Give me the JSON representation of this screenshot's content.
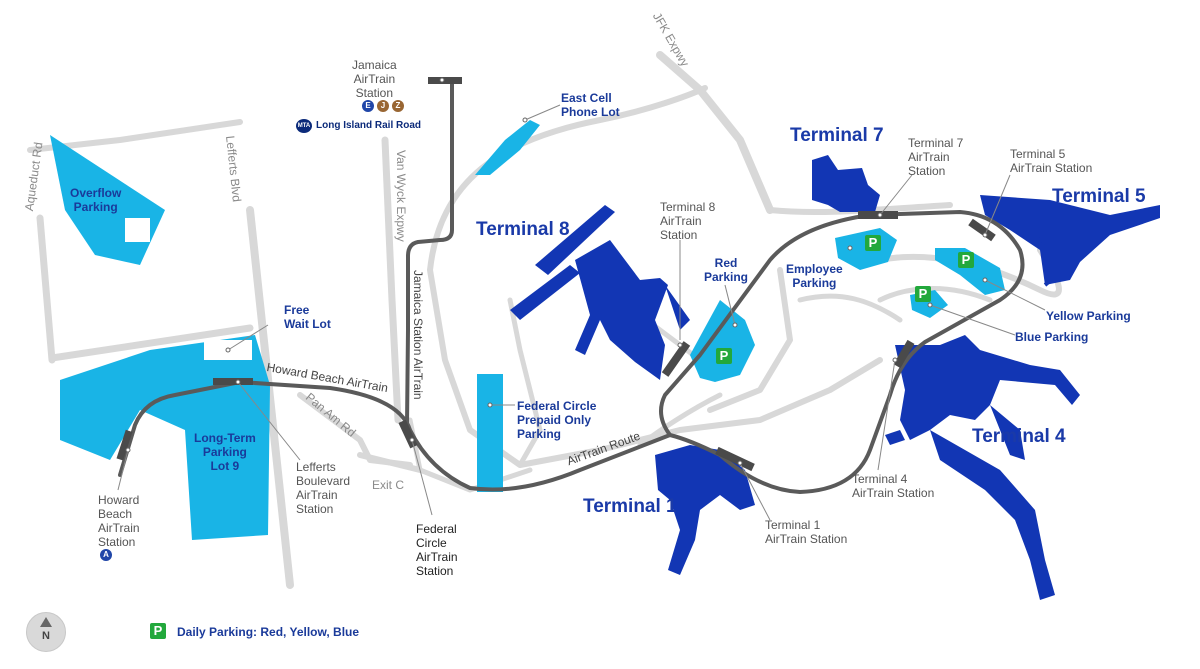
{
  "colors": {
    "road": "#d8d8d8",
    "parking": "#19b4e6",
    "terminal": "#1236b4",
    "airtrain": "#555555",
    "daily_parking": "#22a83c",
    "text_blue": "#1a3a9a"
  },
  "roads": {
    "aqueduct": "Aqueduct Rd",
    "lefferts": "Lefferts Blvd",
    "van_wyck": "Van Wyck Expwy",
    "jfk_expwy": "JFK Expwy",
    "pan_am": "Pan Am Rd",
    "exit_c": "Exit C"
  },
  "routes": {
    "howard_beach": "Howard Beach AirTrain",
    "jamaica": "Jamaica Station AirTrain",
    "airtrain_route": "AirTrain Route"
  },
  "stations": {
    "jamaica": "Jamaica\nAirTrain\nStation",
    "howard_beach": "Howard\nBeach\nAirTrain\nStation",
    "lefferts": "Lefferts\nBoulevard\nAirTrain\nStation",
    "federal_circle": "Federal\nCircle\nAirTrain\nStation",
    "t8": "Terminal 8\nAirTrain\nStation",
    "t7": "Terminal 7\nAirTrain\nStation",
    "t5": "Terminal 5\nAirTrain Station",
    "t4": "Terminal 4\nAirTrain Station",
    "t1": "Terminal 1\nAirTrain Station"
  },
  "subway_lines": {
    "jamaica": [
      "E",
      "J",
      "Z"
    ],
    "howard_beach": [
      "A"
    ]
  },
  "lirr": {
    "logo": "MTA",
    "label": "Long Island Rail Road"
  },
  "parking_lots": {
    "overflow": "Overflow\nParking",
    "free_wait": "Free\nWait Lot",
    "long_term": "Long-Term\nParking\nLot 9",
    "federal_circle": "Federal Circle\nPrepaid Only\nParking",
    "east_cell": "East Cell\nPhone Lot",
    "red": "Red\nParking",
    "employee": "Employee\nParking",
    "yellow": "Yellow Parking",
    "blue": "Blue Parking"
  },
  "terminals": {
    "t1": "Terminal 1",
    "t4": "Terminal 4",
    "t5": "Terminal 5",
    "t7": "Terminal 7",
    "t8": "Terminal 8"
  },
  "legend": {
    "icon": "P",
    "text": "Daily Parking: Red, Yellow, Blue"
  },
  "compass": {
    "label": "N",
    "icon": "north-arrow-icon"
  }
}
